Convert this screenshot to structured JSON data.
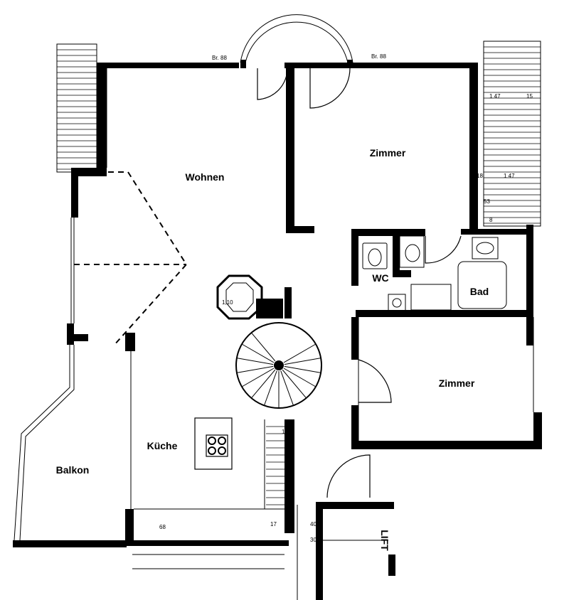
{
  "rooms": {
    "wohnen": "Wohnen",
    "zimmer_top": "Zimmer",
    "wc": "WC",
    "bad": "Bad",
    "zimmer_right": "Zimmer",
    "kueche": "Küche",
    "balkon": "Balkon",
    "lift": "LIFT"
  },
  "dimensions": {
    "window_top_left": "Br. 88",
    "window_top_right": "Br. 88",
    "d_147_a": "1 47",
    "d_15": "15",
    "d_18": "18",
    "d_147_b": "1 47",
    "d_53": "53",
    "d_8": "8",
    "d_12": "12",
    "d_17": "17",
    "d_40": "40",
    "d_30": "30",
    "d_68": "68",
    "d_110": "1,10"
  }
}
